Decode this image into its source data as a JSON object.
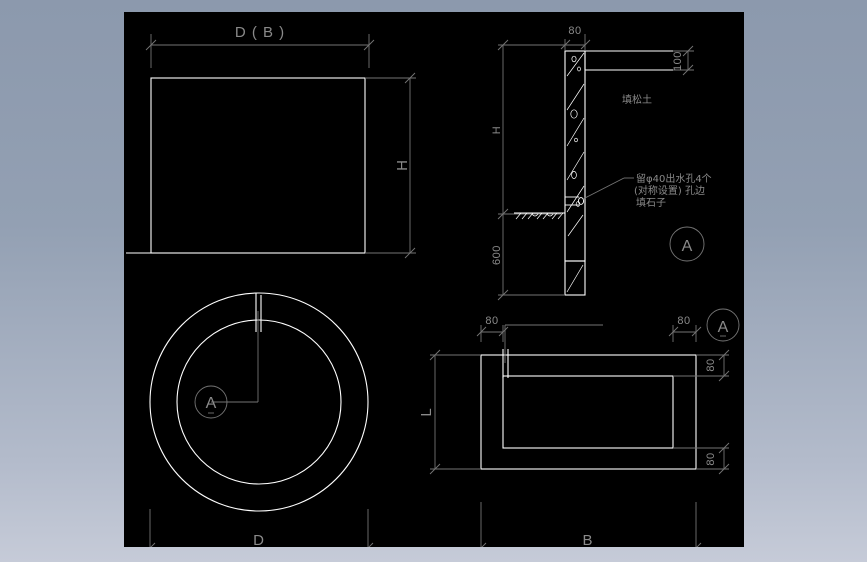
{
  "app": {
    "background_color": "#8c99ad",
    "canvas_color": "#000000",
    "line_color": "#ffffff",
    "dimension_color": "#757575",
    "text_color": "#8a8a8a"
  },
  "drawing": {
    "title": "CAD drainage well / inspection chamber detail",
    "views": [
      {
        "name": "elevation-view",
        "labels": {
          "width_dim": "D ( B )",
          "height_dim": "H"
        }
      },
      {
        "name": "wall-section-view",
        "labels": {
          "wall_thickness": "80",
          "cap_height": "100",
          "wall_height": "H",
          "footing_depth": "600",
          "backfill_note": "填松土",
          "drain_note_line1": "留φ40出水孔4个",
          "drain_note_line2": "(对称设置) 孔边",
          "drain_note_line3": "填石子",
          "detail_bubble": "A"
        }
      },
      {
        "name": "circular-plan-view",
        "labels": {
          "diameter_dim": "D",
          "detail_bubble": "A"
        }
      },
      {
        "name": "rectangular-plan-view",
        "labels": {
          "left_offset": "80",
          "right_offset": "80",
          "top_offset": "80",
          "bottom_offset": "80",
          "length_dim": "L",
          "width_dim": "B",
          "detail_bubble": "A"
        }
      }
    ]
  }
}
